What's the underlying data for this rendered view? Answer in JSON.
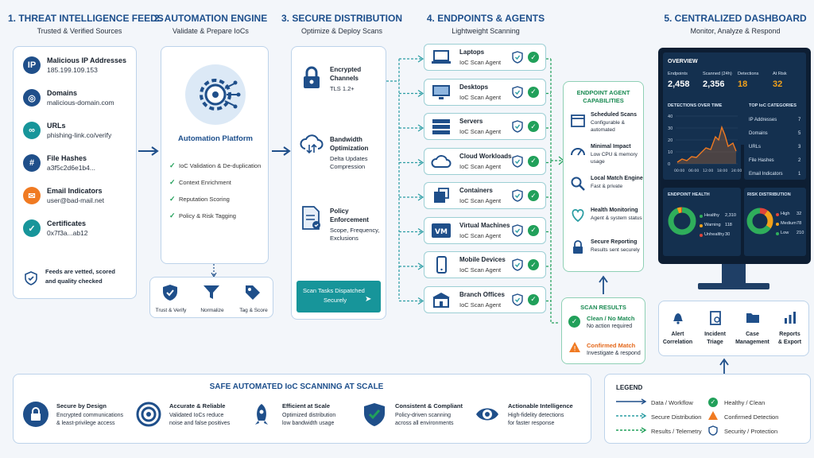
{
  "columns": [
    {
      "title": "1. THREAT INTELLIGENCE FEEDS",
      "subtitle": "Trusted & Verified Sources"
    },
    {
      "title": "2. AUTOMATION ENGINE",
      "subtitle": "Validate & Prepare IoCs"
    },
    {
      "title": "3. SECURE DISTRIBUTION",
      "subtitle": "Optimize & Deploy Scans"
    },
    {
      "title": "4. ENDPOINTS & AGENTS",
      "subtitle": "Lightweight Scanning"
    },
    {
      "title": "5. CENTRALIZED DASHBOARD",
      "subtitle": "Monitor, Analyze & Respond"
    }
  ],
  "feeds": [
    {
      "icon": "ip-icon",
      "glyph": "IP",
      "label": "Malicious IP Addresses",
      "value": "185.199.109.153"
    },
    {
      "icon": "globe-icon",
      "glyph": "◎",
      "label": "Domains",
      "value": "malicious-domain.com"
    },
    {
      "icon": "link-icon",
      "glyph": "∞",
      "label": "URLs",
      "value": "phishing-link.co/verify"
    },
    {
      "icon": "hash-icon",
      "glyph": "#",
      "label": "File Hashes",
      "value": "a3f5c2d6e1b4..."
    },
    {
      "icon": "email-icon",
      "glyph": "✉",
      "label": "Email Indicators",
      "value": "user@bad-mail.net"
    },
    {
      "icon": "certificate-icon",
      "glyph": "✓",
      "label": "Certificates",
      "value": "0x7f3a...ab12"
    }
  ],
  "feeds_note": [
    "Feeds are vetted, scored",
    "and quality checked"
  ],
  "automation": {
    "title": "Automation Platform",
    "items": [
      "IoC Validation & De-duplication",
      "Context Enrichment",
      "Reputation Scoring",
      "Policy & Risk Tagging"
    ],
    "tools": [
      "Trust & Verify",
      "Normalize",
      "Tag & Score"
    ]
  },
  "distribution": [
    {
      "title": [
        "Encrypted",
        "Channels"
      ],
      "desc": [
        "TLS 1.2+"
      ]
    },
    {
      "title": [
        "Bandwidth",
        "Optimization"
      ],
      "desc": [
        "Delta Updates",
        "Compression"
      ]
    },
    {
      "title": [
        "Policy",
        "Enforcement"
      ],
      "desc": [
        "Scope, Frequency,",
        "Exclusions"
      ]
    }
  ],
  "dispatch": [
    "Scan Tasks Dispatched",
    "Securely"
  ],
  "endpoints": [
    {
      "name": "Laptops",
      "agent": "IoC Scan Agent",
      "icon": "laptop-icon"
    },
    {
      "name": "Desktops",
      "agent": "IoC Scan Agent",
      "icon": "desktop-icon"
    },
    {
      "name": "Servers",
      "agent": "IoC Scan Agent",
      "icon": "server-icon"
    },
    {
      "name": "Cloud Workloads",
      "agent": "IoC Scan Agent",
      "icon": "cloud-icon"
    },
    {
      "name": "Containers",
      "agent": "IoC Scan Agent",
      "icon": "container-icon"
    },
    {
      "name": "Virtual Machines",
      "agent": "IoC Scan Agent",
      "icon": "vm-icon",
      "glyph": "VM"
    },
    {
      "name": "Mobile Devices",
      "agent": "IoC Scan Agent",
      "icon": "mobile-icon"
    },
    {
      "name": "Branch Offices",
      "agent": "IoC Scan Agent",
      "icon": "building-icon"
    }
  ],
  "capabilities": {
    "title": [
      "ENDPOINT AGENT",
      "CAPABILITIES"
    ],
    "items": [
      {
        "name": "Scheduled Scans",
        "desc": [
          "Configurable &",
          "automated"
        ],
        "icon": "calendar-icon"
      },
      {
        "name": "Minimal Impact",
        "desc": [
          "Low CPU & memory",
          "usage"
        ],
        "icon": "gauge-icon"
      },
      {
        "name": "Local Match Engine",
        "desc": [
          "Fast & private"
        ],
        "icon": "magnifier-icon"
      },
      {
        "name": "Health Monitoring",
        "desc": [
          "Agent & system status"
        ],
        "icon": "heart-icon"
      },
      {
        "name": "Secure Reporting",
        "desc": [
          "Results sent securely"
        ],
        "icon": "lock-icon"
      }
    ]
  },
  "results": {
    "title": "SCAN RESULTS",
    "clean": {
      "name": "Clean / No Match",
      "desc": "No action required"
    },
    "confirmed": {
      "name": "Confirmed Match",
      "desc": "Investigate & respond"
    }
  },
  "dashboard": {
    "overview": "OVERVIEW",
    "stats": [
      {
        "label": "Endpoints",
        "value": "2,458"
      },
      {
        "label": "Scanned (24h)",
        "value": "2,356"
      },
      {
        "label": "Detections",
        "value": "18"
      },
      {
        "label": "At Risk",
        "value": "32"
      }
    ],
    "detections_title": "DETECTIONS OVER TIME",
    "y_ticks": [
      "40",
      "30",
      "20",
      "10",
      "0"
    ],
    "x_ticks": [
      "00:00",
      "06:00",
      "12:00",
      "18:00",
      "24:00"
    ],
    "top_title": "TOP IoC CATEGORIES",
    "top": [
      {
        "name": "IP Addresses",
        "count": "7"
      },
      {
        "name": "Domains",
        "count": "5"
      },
      {
        "name": "URLs",
        "count": "3"
      },
      {
        "name": "File Hashes",
        "count": "2"
      },
      {
        "name": "Email Indicators",
        "count": "1"
      }
    ],
    "health_title": "ENDPOINT HEALTH",
    "health": [
      {
        "name": "Healthy",
        "value": "2,310",
        "color": "#2fae5b"
      },
      {
        "name": "Warning",
        "value": "118",
        "color": "#f3a21b"
      },
      {
        "name": "Unhealthy",
        "value": "30",
        "color": "#e0443a"
      }
    ],
    "risk_title": "RISK DISTRIBUTION",
    "risk": [
      {
        "name": "High",
        "value": "32",
        "color": "#e0443a"
      },
      {
        "name": "Medium",
        "value": "78",
        "color": "#f3a21b"
      },
      {
        "name": "Low",
        "value": "210",
        "color": "#2fae5b"
      }
    ]
  },
  "actions": [
    {
      "label": [
        "Alert",
        "Correlation"
      ],
      "icon": "bell-icon"
    },
    {
      "label": [
        "Incident",
        "Triage"
      ],
      "icon": "clipboard-icon"
    },
    {
      "label": [
        "Case",
        "Management"
      ],
      "icon": "folder-icon"
    },
    {
      "label": [
        "Reports",
        "& Export"
      ],
      "icon": "bar-chart-icon"
    }
  ],
  "bottom": {
    "title": "SAFE AUTOMATED IoC SCANNING AT SCALE",
    "items": [
      {
        "name": "Secure by Design",
        "desc": [
          "Encrypted communications",
          "& least-privilege access"
        ],
        "icon": "lock-icon"
      },
      {
        "name": "Accurate & Reliable",
        "desc": [
          "Validated IoCs reduce",
          "noise and false positives"
        ],
        "icon": "target-icon"
      },
      {
        "name": "Efficient at Scale",
        "desc": [
          "Optimized distribution",
          "low bandwidth usage"
        ],
        "icon": "rocket-icon"
      },
      {
        "name": "Consistent & Compliant",
        "desc": [
          "Policy-driven scanning",
          "across all environments"
        ],
        "icon": "shield-check-icon"
      },
      {
        "name": "Actionable Intelligence",
        "desc": [
          "High-fidelity detections",
          "for faster response"
        ],
        "icon": "eye-icon"
      }
    ]
  },
  "legend": {
    "title": "LEGEND",
    "items": [
      {
        "label": "Data / Workflow",
        "kind": "solid"
      },
      {
        "label": "Secure Distribution",
        "kind": "dash-teal"
      },
      {
        "label": "Results / Telemetry",
        "kind": "dash-green"
      },
      {
        "label": "Healthy / Clean",
        "kind": "check"
      },
      {
        "label": "Confirmed Detection",
        "kind": "warn"
      },
      {
        "label": "Security / Protection",
        "kind": "shield"
      }
    ]
  },
  "colors": {
    "navy": "#1f4f8a",
    "green": "#21a05a",
    "orange": "#f07a22",
    "teal": "#2a9da3"
  }
}
